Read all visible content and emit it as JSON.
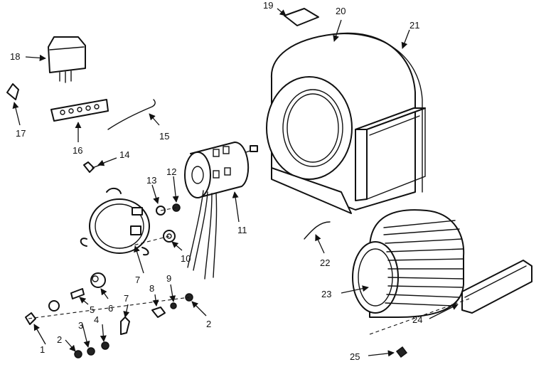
{
  "labels": {
    "p1": "1",
    "p2a": "2",
    "p2b": "2",
    "p3": "3",
    "p4": "4",
    "p5": "5",
    "p6": "6",
    "p7a": "7",
    "p7b": "7",
    "p8": "8",
    "p9": "9",
    "p10": "10",
    "p11": "11",
    "p12": "12",
    "p13": "13",
    "p14": "14",
    "p15": "15",
    "p16": "16",
    "p17": "17",
    "p18": "18",
    "p19": "19",
    "p20": "20",
    "p21": "21",
    "p22": "22",
    "p23": "23",
    "p24": "24",
    "p25": "25"
  }
}
